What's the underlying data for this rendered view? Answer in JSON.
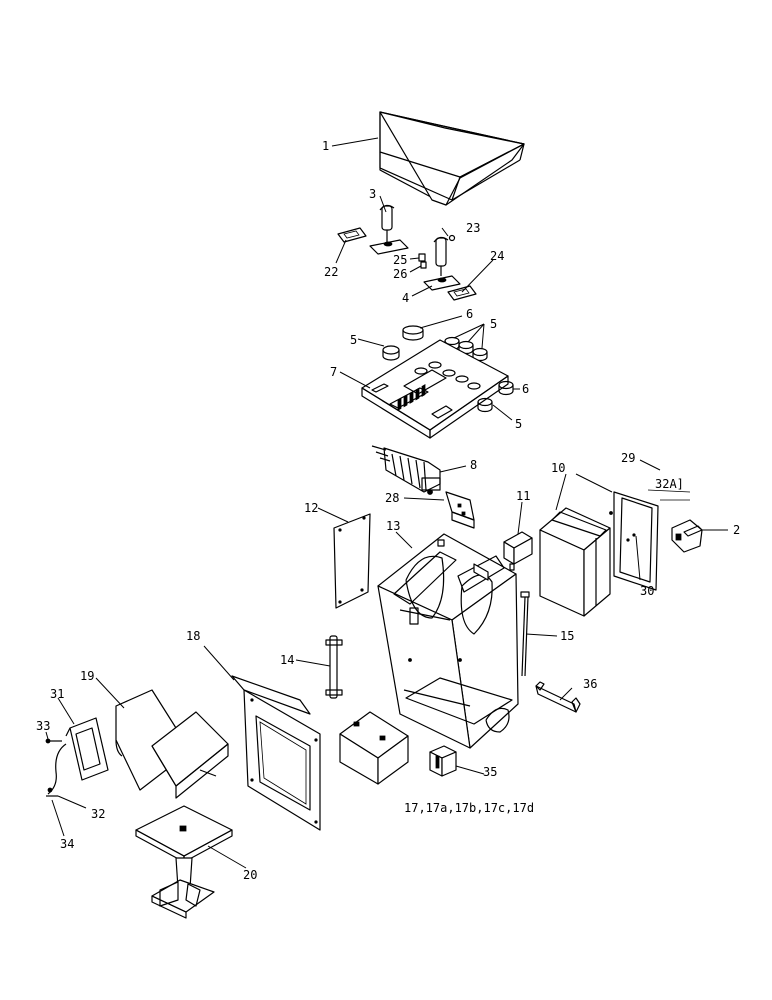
{
  "callouts": [
    {
      "id": "c1",
      "text": "1"
    },
    {
      "id": "c2",
      "text": "2"
    },
    {
      "id": "c3",
      "text": "3"
    },
    {
      "id": "c4",
      "text": "4"
    },
    {
      "id": "c5a",
      "text": "5"
    },
    {
      "id": "c5b",
      "text": "5"
    },
    {
      "id": "c5c",
      "text": "5"
    },
    {
      "id": "c6a",
      "text": "6"
    },
    {
      "id": "c6b",
      "text": "6"
    },
    {
      "id": "c7",
      "text": "7"
    },
    {
      "id": "c8",
      "text": "8"
    },
    {
      "id": "c10",
      "text": "10"
    },
    {
      "id": "c11",
      "text": "11"
    },
    {
      "id": "c12",
      "text": "12"
    },
    {
      "id": "c13",
      "text": "13"
    },
    {
      "id": "c14",
      "text": "14"
    },
    {
      "id": "c15",
      "text": "15"
    },
    {
      "id": "c17",
      "text": "17,17a,17b,17c,17d"
    },
    {
      "id": "c18",
      "text": "18"
    },
    {
      "id": "c19",
      "text": "19"
    },
    {
      "id": "c20",
      "text": "20"
    },
    {
      "id": "c22",
      "text": "22"
    },
    {
      "id": "c23",
      "text": "23"
    },
    {
      "id": "c24",
      "text": "24"
    },
    {
      "id": "c25",
      "text": "25"
    },
    {
      "id": "c26",
      "text": "26"
    },
    {
      "id": "c28",
      "text": "28"
    },
    {
      "id": "c29",
      "text": "29"
    },
    {
      "id": "c30",
      "text": "30"
    },
    {
      "id": "c31",
      "text": "31"
    },
    {
      "id": "c32",
      "text": "32"
    },
    {
      "id": "c33",
      "text": "33"
    },
    {
      "id": "c34",
      "text": "34"
    },
    {
      "id": "c35",
      "text": "35"
    },
    {
      "id": "c36",
      "text": "36"
    }
  ],
  "part_29_detail": "32A]"
}
